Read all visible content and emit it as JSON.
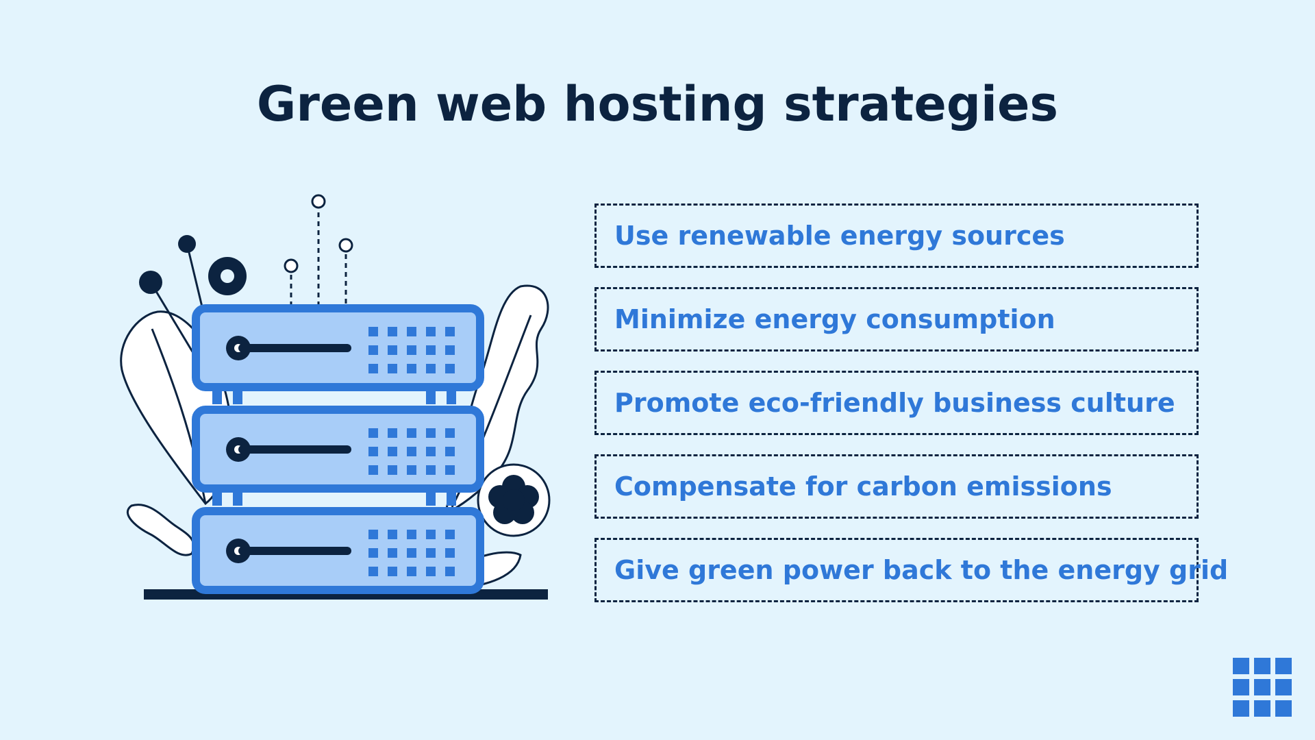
{
  "title": "Green web hosting strategies",
  "strategies": [
    "Use renewable energy sources",
    "Minimize energy consumption",
    "Promote eco-friendly business culture",
    "Compensate for carbon emissions",
    "Give green power back to the energy grid"
  ],
  "illustration": {
    "subject": "server-rack-icon",
    "units": 3
  },
  "colors": {
    "background": "#e3f4fd",
    "title": "#0c2340",
    "accent": "#2f78d8",
    "server_fill": "#a8cdf8",
    "outline": "#0c2340"
  },
  "logo": {
    "icon": "grid-logo-icon"
  }
}
